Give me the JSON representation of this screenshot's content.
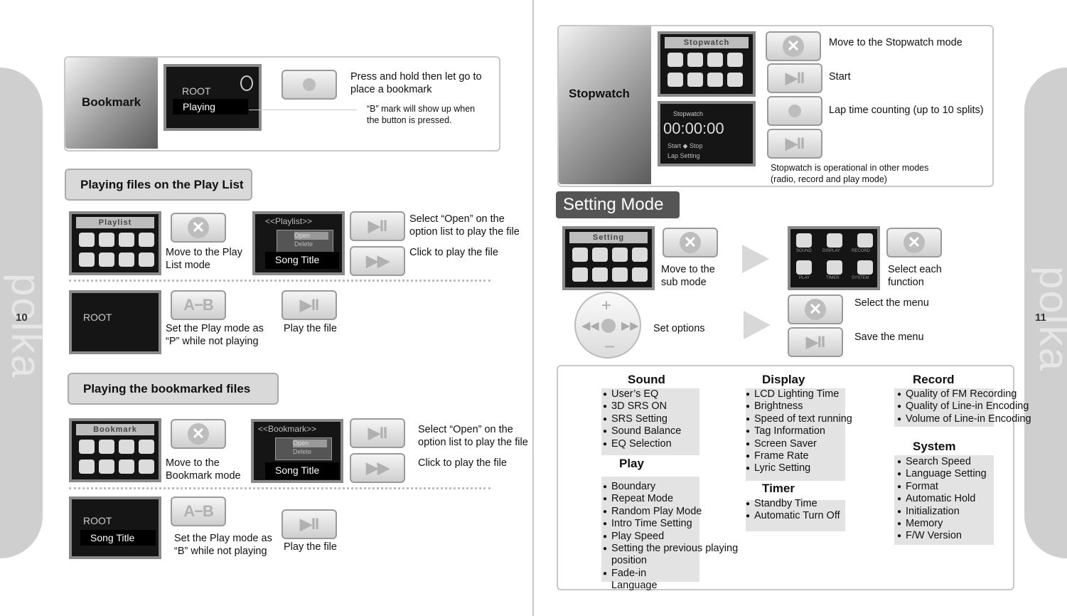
{
  "page_numbers": {
    "left": "10",
    "right": "11"
  },
  "brand": "polka",
  "bookmark": {
    "title": "Bookmark",
    "screen_overlay": "Playing",
    "screen_root": "ROOT",
    "instruction": "Press and hold then let go to place a bookmark",
    "note": "“B” mark will show up when the button is pressed."
  },
  "playlist_section": {
    "title": "Playing files on the Play List",
    "screen1_header": "Playlist",
    "step1": "Move to the Play List mode",
    "screen2_header": "<<Playlist>>",
    "screen2_overlay": "Song Title",
    "menu_open": "Open",
    "menu_delete": "Delete",
    "step2": "Select “Open” on the option list to play the file",
    "step3": "Click to play the file",
    "ab_label": "A−B",
    "screen_root": "ROOT",
    "step4": "Set the Play mode as “P” while not playing",
    "step5": "Play the file"
  },
  "bookmarked_section": {
    "title": "Playing the bookmarked files",
    "screen1_header": "Bookmark",
    "step1": "Move to the Bookmark mode",
    "screen2_header": "<<Bookmark>>",
    "screen2_overlay": "Song Title",
    "menu_open": "Open",
    "menu_delete": "Delete",
    "step2": "Select “Open” on the option list to play the file",
    "step3": "Click to play the file",
    "ab_label": "A−B",
    "screen3_overlay": "Song Title",
    "screen_root": "ROOT",
    "step4": "Set the Play mode as “B” while not playing",
    "step5": "Play the file"
  },
  "stopwatch": {
    "title": "Stopwatch",
    "screen1_header": "Stopwatch",
    "screen2_title": "Stopwatch",
    "screen2_time": "00:00:00",
    "screen2_line1": "Start ◆ Stop",
    "screen2_line2": "Lap Setting",
    "step1": "Move to the Stopwatch mode",
    "step2": "Start",
    "step3": "Lap time counting (up to 10 splits)",
    "note": "Stopwatch is operational in other modes (radio, record and play mode)"
  },
  "setting_mode": {
    "title": "Setting Mode",
    "screen_header": "Setting",
    "step1": "Move to the sub mode",
    "step2": "Select each function",
    "step3": "Set options",
    "step4": "Select the menu",
    "step5": "Save the menu",
    "func_labels": [
      "SOUND",
      "DISPLAY",
      "RECORD",
      "PLAY",
      "TIMER",
      "SYSTEM"
    ]
  },
  "categories": {
    "sound": {
      "title": "Sound",
      "items": [
        "User’s EQ",
        "3D SRS ON",
        "SRS Setting",
        "Sound Balance",
        "EQ Selection"
      ]
    },
    "play": {
      "title": "Play",
      "items": [
        "Boundary",
        "Repeat Mode",
        "Random Play Mode",
        "Intro Time Setting",
        "Play Speed",
        "Setting the previous playing",
        "position",
        "Fade-in",
        "Language"
      ]
    },
    "display": {
      "title": "Display",
      "items": [
        "LCD Lighting Time",
        "Brightness",
        "Speed of text running",
        "Tag Information",
        "Screen Saver",
        "Frame Rate",
        "Lyric Setting"
      ]
    },
    "timer": {
      "title": "Timer",
      "items": [
        "Standby Time",
        "Automatic Turn Off"
      ]
    },
    "record": {
      "title": "Record",
      "items": [
        "Quality of FM Recording",
        "Quality of Line-in Encoding",
        "Volume of Line-in Encoding"
      ]
    },
    "system": {
      "title": "System",
      "items": [
        "Search Speed",
        "Language Setting",
        "Format",
        "Automatic Hold",
        "Initialization",
        "Memory",
        "F/W Version"
      ]
    }
  }
}
